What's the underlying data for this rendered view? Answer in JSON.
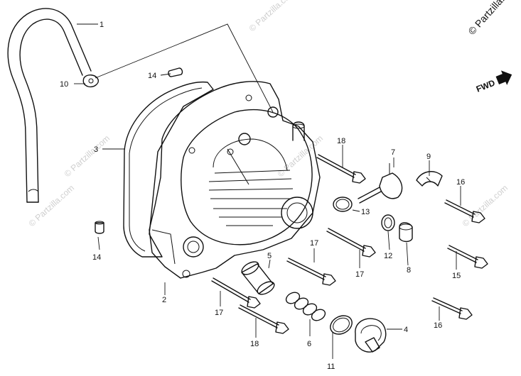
{
  "watermarks": {
    "corner": "© Partzilla.com",
    "tiles": [
      "© Partzilla.com",
      "© Partzilla.com",
      "© Partzilla.com",
      "© Partzilla.com",
      "© Partzilla.com"
    ]
  },
  "fwd_label": "FWD",
  "callouts": [
    {
      "id": "c1",
      "text": "1"
    },
    {
      "id": "c2",
      "text": "2"
    },
    {
      "id": "c3",
      "text": "3"
    },
    {
      "id": "c4",
      "text": "4"
    },
    {
      "id": "c5",
      "text": "5"
    },
    {
      "id": "c6",
      "text": "6"
    },
    {
      "id": "c7",
      "text": "7"
    },
    {
      "id": "c8",
      "text": "8"
    },
    {
      "id": "c9",
      "text": "9"
    },
    {
      "id": "c10",
      "text": "10"
    },
    {
      "id": "c11",
      "text": "11"
    },
    {
      "id": "c12",
      "text": "12"
    },
    {
      "id": "c13",
      "text": "13"
    },
    {
      "id": "c14a",
      "text": "14"
    },
    {
      "id": "c14b",
      "text": "14"
    },
    {
      "id": "c15",
      "text": "15"
    },
    {
      "id": "c16a",
      "text": "16"
    },
    {
      "id": "c16b",
      "text": "16"
    },
    {
      "id": "c17a",
      "text": "17"
    },
    {
      "id": "c17b",
      "text": "17"
    },
    {
      "id": "c17c",
      "text": "17"
    },
    {
      "id": "c18a",
      "text": "18"
    },
    {
      "id": "c18b",
      "text": "18"
    }
  ]
}
